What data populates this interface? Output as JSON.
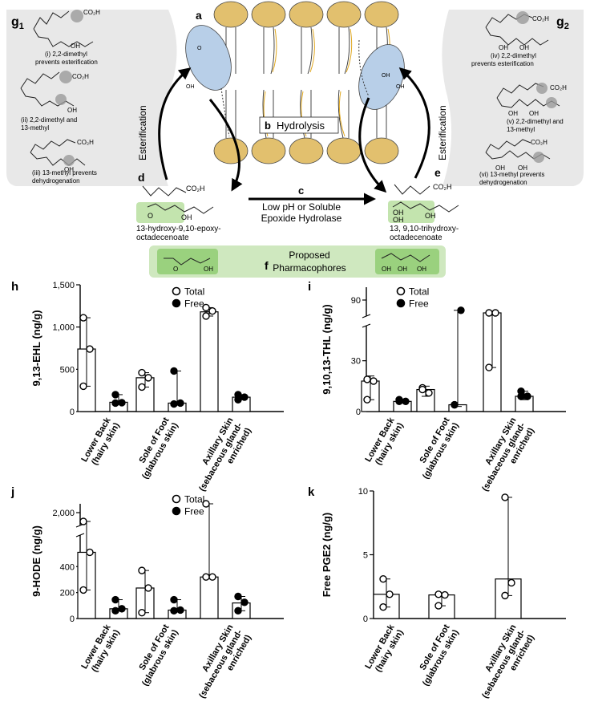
{
  "schematic": {
    "panel_a": "a",
    "panel_b": "b",
    "hydrolysis": "Hydrolysis",
    "panel_c": "c",
    "c_line1": "Low pH or Soluble",
    "c_line2": "Epoxide Hydrolase",
    "panel_d": "d",
    "d_name1": "13-hydroxy-9,10-epoxy-",
    "d_name2": "octadecenoate",
    "panel_e": "e",
    "e_name1": "13, 9,10-trihydroxy-",
    "e_name2": "octadecenoate",
    "panel_f": "f",
    "f_line1": "Proposed",
    "f_line2": "Pharmacophores",
    "esterification_left": "Esterification",
    "esterification_right": "Esterification",
    "g1": "g",
    "g1_sub": "1",
    "g2": "g",
    "g2_sub": "2",
    "co2h": "CO₂H",
    "oh": "OH",
    "o": "O",
    "notes_g1": [
      [
        "(i) 2,2-dimethyl",
        "prevents esterification"
      ],
      [
        "(ii) 2,2-dimethyl and",
        "13-methyl"
      ],
      [
        "(iii) 13-methyl prevents",
        "dehydrogenation"
      ]
    ],
    "notes_g2": [
      [
        "(iv) 2,2-dimethyl",
        "prevents esterification"
      ],
      [
        "(v) 2,2-dimethyl and",
        "13-methyl"
      ],
      [
        "(vi) 13-methyl prevents",
        "dehydrogenation"
      ]
    ]
  },
  "chart_data": [
    {
      "panel": "h",
      "type": "bar",
      "ylabel": "9,13-EHL (ng/g)",
      "ylim": [
        0,
        1500
      ],
      "yticks": [
        "0",
        "500",
        "1,000",
        "1,500"
      ],
      "categories": [
        [
          "Lower Back",
          "(hairy skin)"
        ],
        [
          "Sole of Foot",
          "(glabrous skin)"
        ],
        [
          "Axillary Skin",
          "(sebaceous gland-",
          "enriched)"
        ]
      ],
      "legend": [
        "Total",
        "Free"
      ],
      "series": [
        {
          "name": "Total",
          "values": [
            740,
            400,
            1180
          ],
          "points": [
            [
              1110,
              740,
              300
            ],
            [
              460,
              400,
              290
            ],
            [
              1230,
              1190,
              1130
            ]
          ],
          "err": [
            [
              300,
              1110
            ],
            [
              290,
              460
            ],
            [
              1130,
              1230
            ]
          ]
        },
        {
          "name": "Free",
          "values": [
            110,
            100,
            170
          ],
          "points": [
            [
              200,
              105,
              100
            ],
            [
              480,
              100,
              90
            ],
            [
              200,
              170,
              140
            ]
          ],
          "err": [
            [
              95,
              200
            ],
            [
              90,
              480
            ],
            [
              140,
              200
            ]
          ]
        }
      ]
    },
    {
      "panel": "i",
      "type": "bar",
      "ylabel": "9,10,13-THL (ng/g)",
      "ylim": [
        0,
        45
      ],
      "upper_ylim": [
        85,
        95
      ],
      "yticks": [
        "0",
        "30",
        "90"
      ],
      "categories": [
        [
          "Lower Back",
          "(hairy skin)"
        ],
        [
          "Sole of Foot",
          "(glabrous skin)"
        ],
        [
          "Axillary Skin",
          "(sebaceous gland-",
          "enriched)"
        ]
      ],
      "legend": [
        "Total",
        "Free"
      ],
      "series": [
        {
          "name": "Total",
          "values": [
            18,
            13,
            53
          ],
          "points": [
            [
              19,
              18,
              7
            ],
            [
              14,
              11,
              13
            ],
            [
              55,
              54,
              26
            ]
          ],
          "err": [
            [
              7,
              21
            ],
            [
              9,
              15
            ],
            [
              26,
              56
            ]
          ]
        },
        {
          "name": "Free",
          "values": [
            6,
            4,
            9
          ],
          "points": [
            [
              7,
              6,
              6
            ],
            [
              4,
              86,
              4
            ],
            [
              12,
              9,
              9
            ]
          ],
          "err": [
            [
              5,
              7
            ],
            [
              3,
              86
            ],
            [
              7,
              12
            ]
          ]
        }
      ]
    },
    {
      "panel": "j",
      "type": "bar",
      "ylabel": "9-HODE (ng/g)",
      "ylim": [
        0,
        550
      ],
      "upper_ylim": [
        1900,
        2100
      ],
      "yticks": [
        "0",
        "200",
        "400",
        "2,000"
      ],
      "categories": [
        [
          "Lower Back",
          "(hairy skin)"
        ],
        [
          "Sole of Foot",
          "(glabrous skin)"
        ],
        [
          "Axillary Skin",
          "(sebaceous gland-",
          "enriched)"
        ]
      ],
      "legend": [
        "Total",
        "Free"
      ],
      "series": [
        {
          "name": "Total",
          "values": [
            510,
            235,
            320
          ],
          "points": [
            [
              590,
              510,
              220
            ],
            [
              370,
              235,
              45
            ],
            [
              2100,
              320,
              320
            ]
          ],
          "err": [
            [
              220,
              590
            ],
            [
              45,
              370
            ],
            [
              320,
              2100
            ]
          ]
        },
        {
          "name": "Free",
          "values": [
            75,
            65,
            120
          ],
          "points": [
            [
              145,
              75,
              60
            ],
            [
              145,
              65,
              60
            ],
            [
              170,
              125,
              60
            ]
          ],
          "err": [
            [
              60,
              145
            ],
            [
              60,
              145
            ],
            [
              60,
              170
            ]
          ]
        }
      ]
    },
    {
      "panel": "k",
      "type": "bar",
      "ylabel": "Free PGE2 (ng/g)",
      "ylim": [
        0,
        10
      ],
      "yticks": [
        "0",
        "5",
        "10"
      ],
      "categories": [
        [
          "Lower Back",
          "(hairy skin)"
        ],
        [
          "Sole of Foot",
          "(glabrous skin)"
        ],
        [
          "Axillary Skin",
          "(sebaceous gland-",
          "enriched)"
        ]
      ],
      "series": [
        {
          "name": "Free",
          "values": [
            1.9,
            1.85,
            3.1
          ],
          "points": [
            [
              3.1,
              1.9,
              0.9
            ],
            [
              1.9,
              1.85,
              1.0
            ],
            [
              9.5,
              2.8,
              1.8
            ]
          ],
          "err": [
            [
              0.9,
              3.1
            ],
            [
              1.0,
              1.9
            ],
            [
              1.8,
              9.5
            ]
          ]
        }
      ]
    }
  ]
}
